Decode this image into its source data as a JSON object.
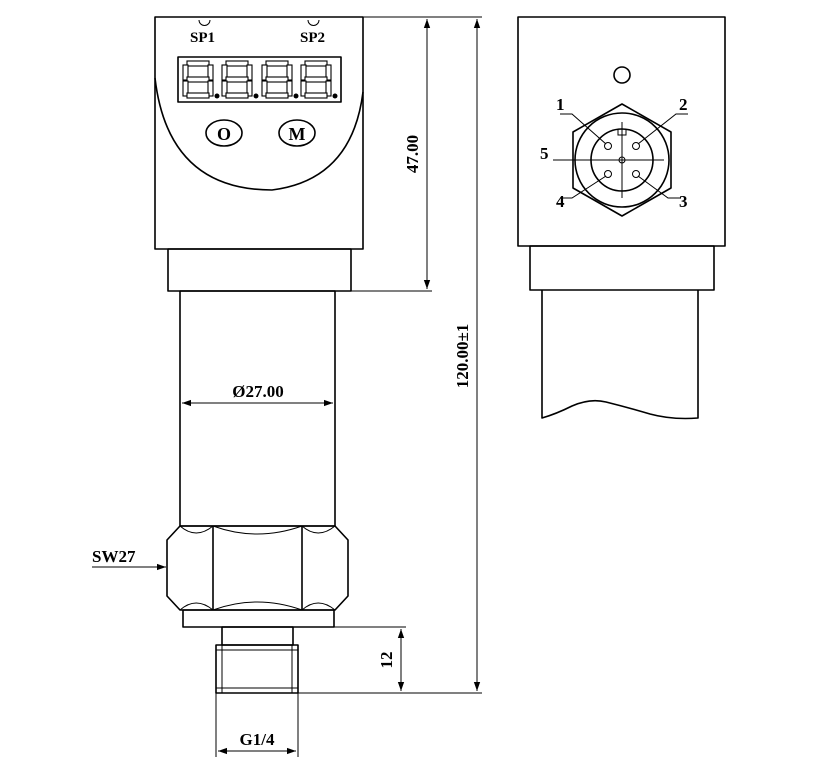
{
  "left_view": {
    "sp1_label": "SP1",
    "sp2_label": "SP2",
    "button_o_label": "O",
    "button_m_label": "M",
    "dim_height_top": "47.00",
    "dim_total_height": "120.00±1",
    "dim_diameter": "Ø27.00",
    "dim_wrench_size": "SW27",
    "dim_thread_length": "12",
    "dim_thread": "G1/4"
  },
  "right_view": {
    "pin_1": "1",
    "pin_2": "2",
    "pin_3": "3",
    "pin_4": "4",
    "pin_5": "5"
  },
  "colors": {
    "line": "#000000",
    "fill": "#ffffff"
  }
}
